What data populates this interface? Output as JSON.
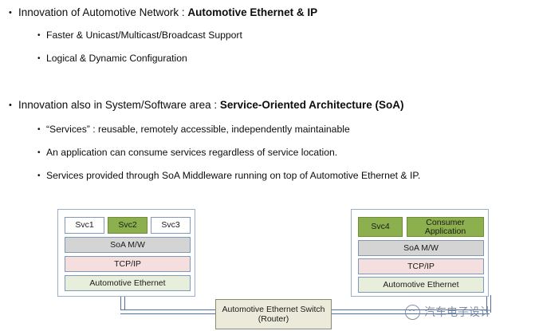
{
  "slide": {
    "sections": [
      {
        "heading_plain": "Innovation of Automotive Network : ",
        "heading_bold": "Automotive Ethernet & IP",
        "sub_bullets": [
          "Faster & Unicast/Multicast/Broadcast Support",
          "Logical & Dynamic Configuration"
        ]
      },
      {
        "heading_plain": "Innovation also in System/Software area : ",
        "heading_bold": "Service-Oriented Architecture (SoA)",
        "sub_bullets": [
          "“Services” : reusable, remotely accessible, independently maintainable",
          "An application can consume services regardless of service location.",
          "Services provided through SoA Middleware running on top of Automotive Ethernet & IP."
        ]
      }
    ],
    "bullet_glyph": "•",
    "diagram": {
      "left_node": {
        "services": [
          "Svc1",
          "Svc2",
          "Svc3"
        ],
        "highlighted_service": "Svc2",
        "layers": [
          "SoA M/W",
          "TCP/IP",
          "Automotive Ethernet"
        ]
      },
      "right_node": {
        "services": [
          "Svc4"
        ],
        "application": "Consumer Application",
        "application_line1": "Consumer",
        "application_line2": "Application",
        "layers": [
          "SoA M/W",
          "TCP/IP",
          "Automotive Ethernet"
        ]
      },
      "switch": {
        "line1": "Automotive Ethernet Switch",
        "line2": "(Router)"
      },
      "colors": {
        "service_highlight": "#8db04e",
        "middleware": "#d4d4d4",
        "tcpip": "#f4dede",
        "ethernet": "#e8eedc",
        "switch_fill": "#eceadb",
        "connector": "#4f6fa5",
        "node_border": "#9ab0c8"
      }
    },
    "watermark": {
      "text": "汽车电子设计",
      "icon": "wechat-icon"
    }
  }
}
